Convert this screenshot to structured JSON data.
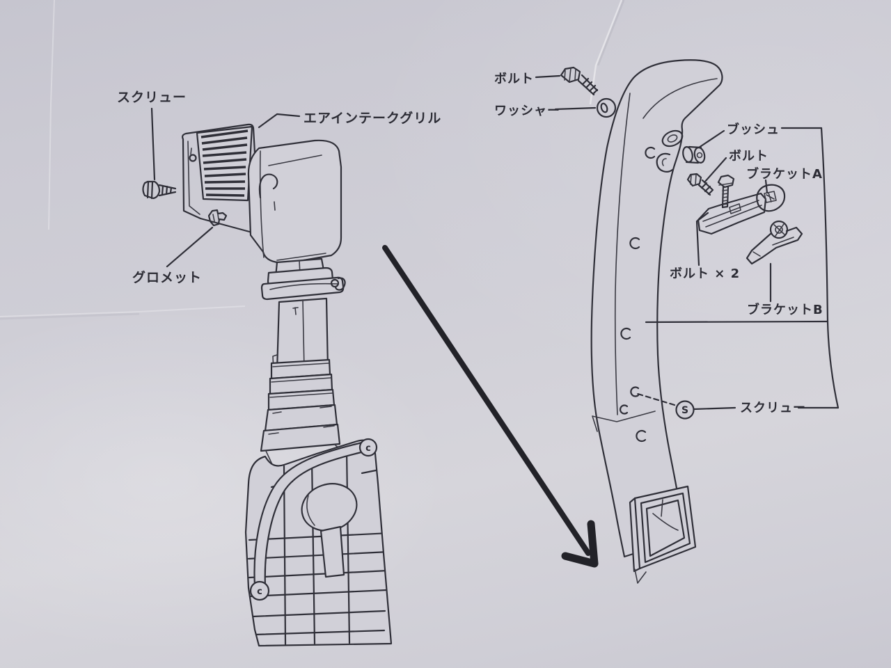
{
  "diagram": {
    "left": {
      "screw_label": "スクリュー",
      "grille_label": "エアインテークグリル",
      "grommet_label": "グロメット"
    },
    "right": {
      "bolt_top_label": "ボルト",
      "washer_label": "ワッシャー",
      "bush_label": "ブッシュ",
      "bolt_mid_label": "ボルト",
      "bracket_a_label": "ブラケットA",
      "bolt_x2_label": "ボルト × 2",
      "bracket_b_label": "ブラケットB",
      "screw_label": "スクリュー"
    },
    "symbols": {
      "screw": "S",
      "clip": "c"
    },
    "colors": {
      "paper": "#d0cfd7",
      "ink": "#2f2f38"
    }
  }
}
